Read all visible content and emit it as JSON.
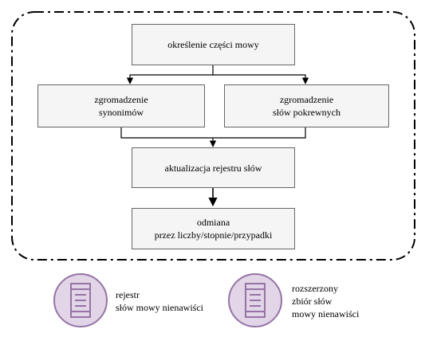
{
  "steps": {
    "pos": "określenie części mowy",
    "syn": [
      "zgromadzenie",
      "synonimów"
    ],
    "rel": [
      "zgromadzenie",
      "słów pokrewnych"
    ],
    "upd": "aktualizacja rejestru słów",
    "inf": [
      "odmiana",
      "przez liczby/stopnie/przypadki"
    ]
  },
  "legend": {
    "registry": [
      "rejestr",
      "słów mowy nienawiści"
    ],
    "extended": [
      "rozszerzony",
      "zbiór słów",
      "mowy nienawiści"
    ]
  },
  "colors": {
    "box_fill": "#f5f5f5",
    "box_border": "#666666",
    "db_fill": "#e1d5e7",
    "db_stroke": "#9673a6"
  }
}
